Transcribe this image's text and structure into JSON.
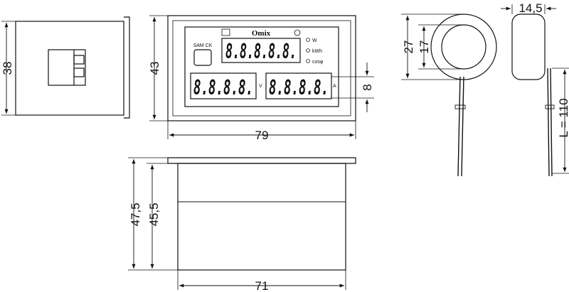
{
  "front_panel": {
    "brand": "Omix",
    "button_label": "SAM CK",
    "top_display": "8.8.8.8.8.",
    "left_display": "8.8.8.8.",
    "right_display": "8.8.8.8.",
    "indicator_labels": [
      "W",
      "kWh",
      "cosφ"
    ],
    "voltage_unit": "V",
    "current_unit": "A"
  },
  "dimensions": {
    "side_height": "38",
    "front_height": "43",
    "front_width": "79",
    "display_height": "8",
    "ring_outer_diameter": "27",
    "ring_inner_diameter": "17",
    "ring_thickness": "14,5",
    "lead_length": "L = 110",
    "bottom_total_height": "47,5",
    "bottom_body_height": "45,5",
    "bottom_width": "71"
  }
}
